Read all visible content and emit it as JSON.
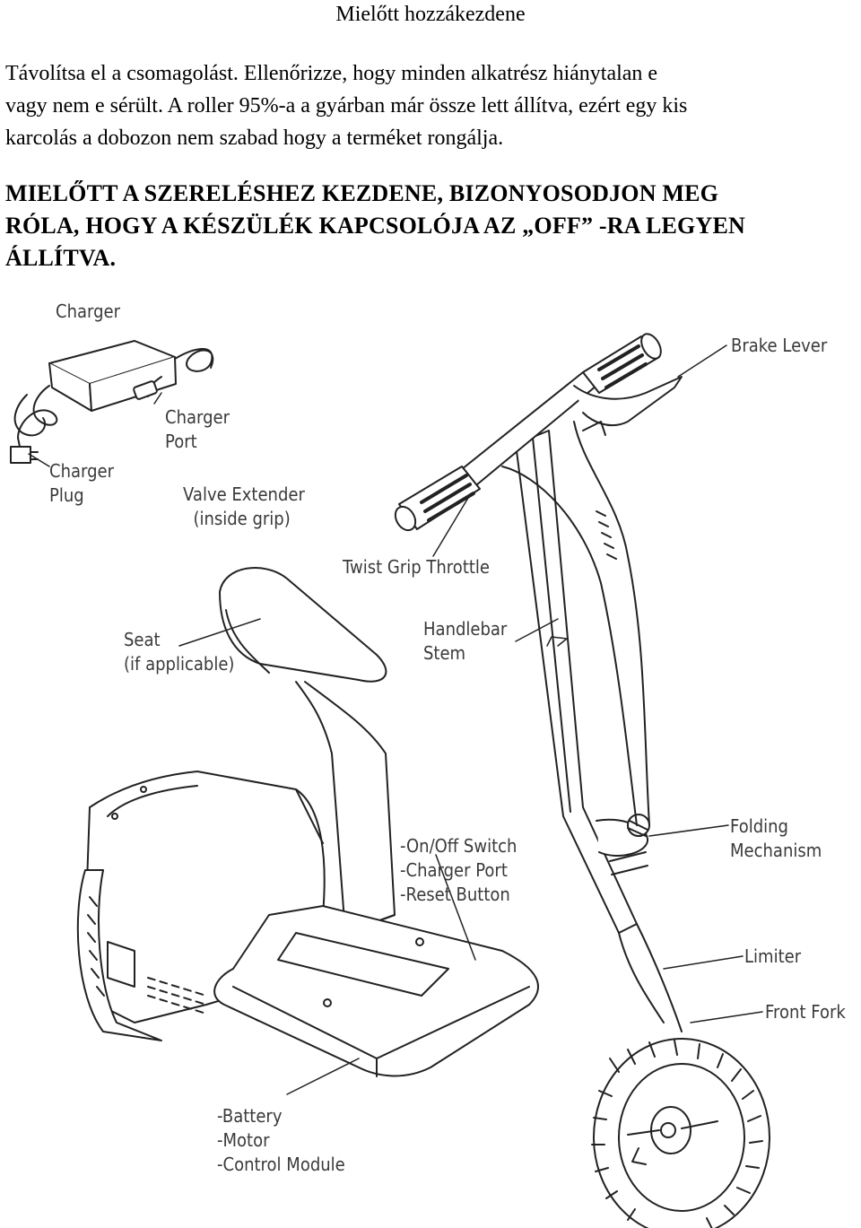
{
  "header": {
    "title": "Mielőtt hozzákezdene"
  },
  "intro": {
    "lines": [
      "Távolítsa el a csomagolást. Ellenőrizze, hogy minden alkatrész hiánytalan e",
      "vagy nem e sérült. A roller 95%-a a gyárban már össze lett állítva, ezért egy kis",
      "karcolás a dobozon nem szabad hogy a terméket rongálja."
    ]
  },
  "warning": {
    "lines": [
      "MIELŐTT A SZERELÉSHEZ KEZDENE, BIZONYOSODJON MEG",
      "RÓLA, HOGY A KÉSZÜLÉK KAPCSOLÓJA AZ „OFF” -RA LEGYEN",
      "ÁLLÍTVA."
    ]
  },
  "diagram": {
    "labels": {
      "charger": "Charger",
      "charger_port": "Charger\nPort",
      "charger_plug": "Charger\nPlug",
      "valve_extender": "Valve Extender\n  (inside grip)",
      "twist_grip_throttle": "Twist Grip Throttle",
      "brake_lever": "Brake Lever",
      "seat": "Seat\n(if applicable)",
      "handlebar_stem": "Handlebar\nStem",
      "folding_mechanism": "Folding\nMechanism",
      "switch_group": "-On/Off Switch\n-Charger Port\n-Reset Button",
      "limiter": "Limiter",
      "front_fork": "Front Fork",
      "battery_group": "-Battery\n-Motor\n-Control Module"
    }
  }
}
